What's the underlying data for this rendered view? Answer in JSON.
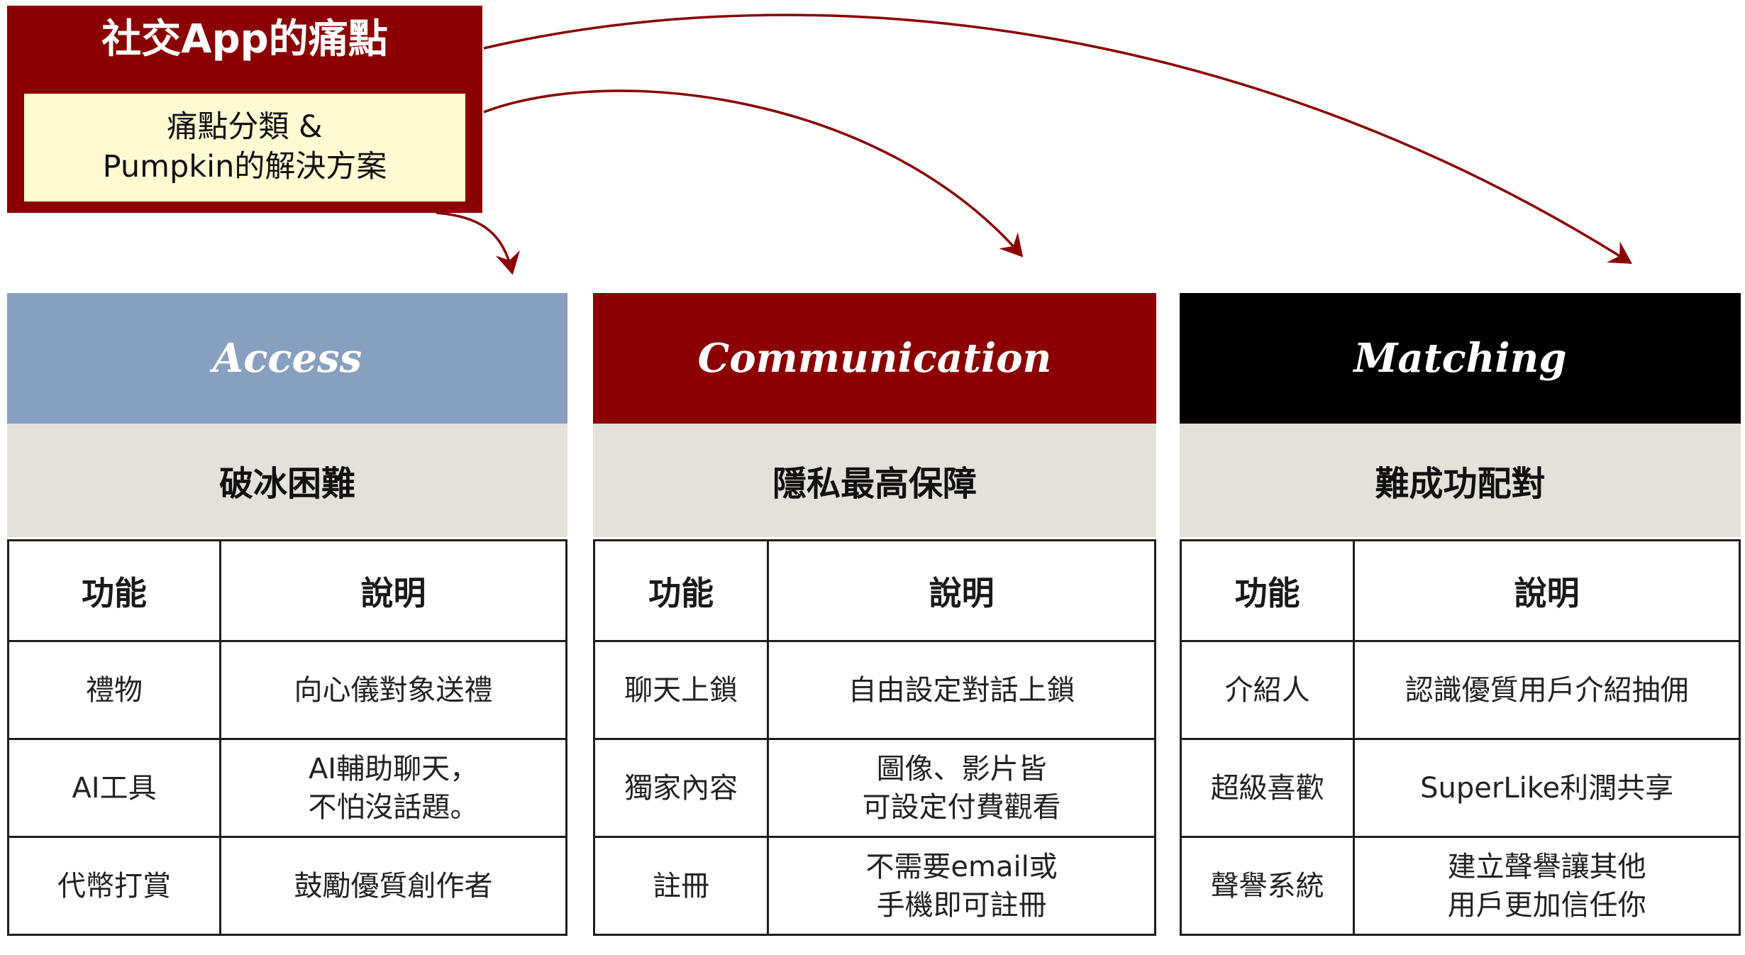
{
  "title": {
    "main": "社交App的痛點",
    "sub_line1": "痛點分類 &",
    "sub_line2": "Pumpkin的解決方案"
  },
  "table_headers": {
    "feature": "功能",
    "description": "說明"
  },
  "columns": [
    {
      "category": "Access",
      "pain_point": "破冰困難",
      "rows": [
        {
          "feature": "禮物",
          "desc": [
            "向心儀對象送禮"
          ]
        },
        {
          "feature": "AI工具",
          "desc": [
            "AI輔助聊天，",
            "不怕沒話題。"
          ]
        },
        {
          "feature": "代幣打賞",
          "desc": [
            "鼓勵優質創作者"
          ]
        }
      ]
    },
    {
      "category": "Communication",
      "pain_point": "隱私最高保障",
      "rows": [
        {
          "feature": "聊天上鎖",
          "desc": [
            "自由設定對話上鎖"
          ]
        },
        {
          "feature": "獨家內容",
          "desc": [
            "圖像、影片皆",
            "可設定付費觀看"
          ]
        },
        {
          "feature": "註冊",
          "desc": [
            "不需要email或",
            "手機即可註冊"
          ]
        }
      ]
    },
    {
      "category": "Matching",
      "pain_point": "難成功配對",
      "rows": [
        {
          "feature": "介紹人",
          "desc": [
            "認識優質用戶介紹抽佣"
          ]
        },
        {
          "feature": "超級喜歡",
          "desc": [
            "SuperLike利潤共享"
          ]
        },
        {
          "feature": "聲譽系統",
          "desc": [
            "建立聲譽讓其他",
            "用戶更加信任你"
          ]
        }
      ]
    }
  ],
  "colors": {
    "dark_red": "#8b0000",
    "access_blue": "#88a0bf",
    "matching_black": "#000000",
    "band_gray": "#e4e0da",
    "subtitle_yellow": "#fefad2"
  }
}
